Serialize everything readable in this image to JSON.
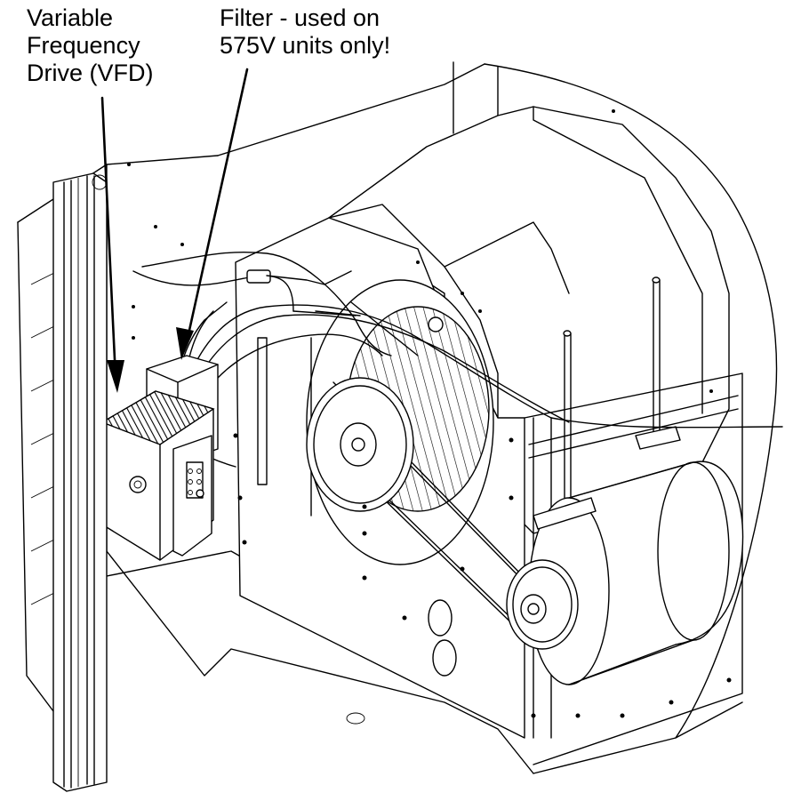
{
  "callouts": {
    "vfd": {
      "lines": [
        "Variable",
        "Frequency",
        "Drive (VFD)"
      ]
    },
    "filter": {
      "lines": [
        "Filter - used on",
        "575V units only!"
      ]
    }
  },
  "colors": {
    "line": "#000000",
    "background": "#ffffff"
  }
}
